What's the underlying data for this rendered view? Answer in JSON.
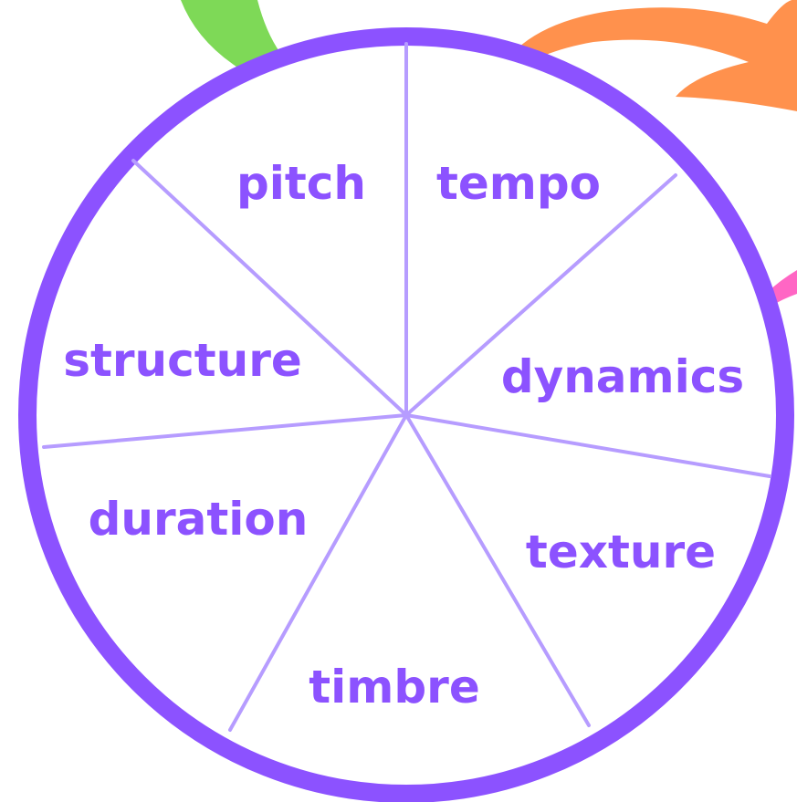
{
  "colors": {
    "ring": "#8c52ff",
    "divider": "#b69cff",
    "label": "#8c52ff",
    "green_accent": "#7ed957",
    "orange_accent": "#ff914d",
    "pink_accent": "#ff66c4"
  },
  "wheel": {
    "segments": [
      {
        "label": "pitch"
      },
      {
        "label": "tempo"
      },
      {
        "label": "dynamics"
      },
      {
        "label": "texture"
      },
      {
        "label": "timbre"
      },
      {
        "label": "duration"
      },
      {
        "label": "structure"
      }
    ]
  }
}
